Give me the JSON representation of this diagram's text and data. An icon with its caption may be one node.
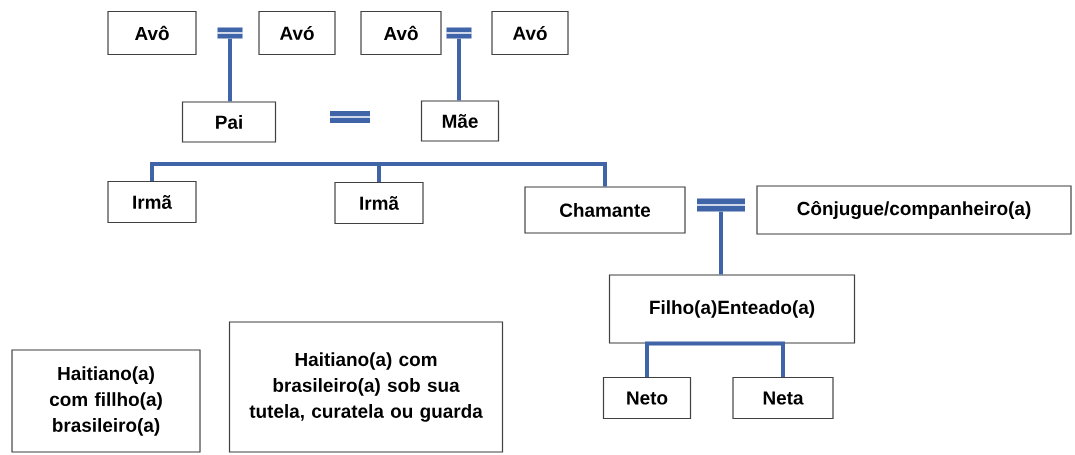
{
  "diagram": {
    "nodes": [
      {
        "text": [
          "Avô"
        ]
      },
      {
        "text": [],
        "shape": "bar"
      },
      {
        "text": [
          "Avó"
        ]
      },
      {
        "text": [
          "Avô"
        ]
      },
      {
        "text": [],
        "shape": "bar"
      },
      {
        "text": [
          "Avó"
        ]
      },
      {
        "text": [
          "Pai"
        ]
      },
      {
        "text": [],
        "shape": "bar"
      },
      {
        "text": [
          "Mãe"
        ]
      },
      {
        "text": [
          "Irmã"
        ]
      },
      {
        "text": [
          "Irmã"
        ]
      },
      {
        "text": [
          "Chamante"
        ]
      },
      {
        "text": [],
        "shape": "bar"
      },
      {
        "text": [
          "Cônjugue/companheiro(a)"
        ]
      },
      {
        "text": [
          "Filho(a)Enteado(a)"
        ]
      },
      {
        "text": [
          "Neto"
        ]
      },
      {
        "text": [
          "Neta"
        ]
      },
      {
        "text": [
          "Haitiano(a) com fillho(a) brasileiro(a)"
        ]
      },
      {
        "text": [
          "Haitiano(a) com brasileiro(a) sob sua tutela, curatela ou guarda"
        ]
      }
    ],
    "edges": [
      {
        "from": 1,
        "to": 6,
        "arrow": "none"
      },
      {
        "from": 4,
        "to": 8,
        "arrow": "none"
      },
      {
        "from": 9,
        "to": 10,
        "arrow": "none"
      },
      {
        "from": 10,
        "to": 11,
        "arrow": "none"
      },
      {
        "from": 12,
        "to": 14,
        "arrow": "none"
      },
      {
        "from": 14,
        "to": 15,
        "arrow": "none"
      },
      {
        "from": 14,
        "to": 16,
        "arrow": "none"
      }
    ]
  }
}
